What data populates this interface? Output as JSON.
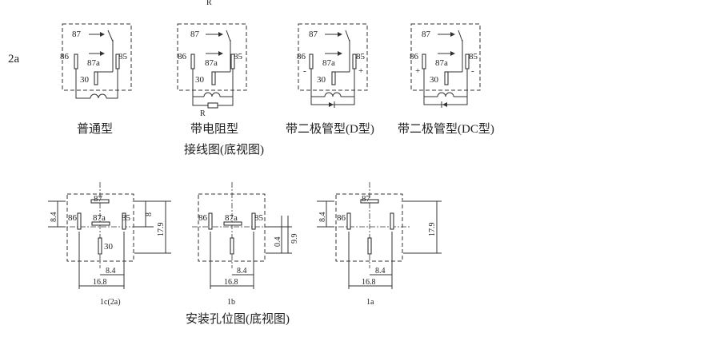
{
  "side_label": "2a",
  "top_r_label": "R",
  "wiring": {
    "pins": {
      "p87": "87",
      "p86": "86",
      "p87a": "87a",
      "p85": "85",
      "p30": "30"
    },
    "polarity": {
      "minus": "-",
      "plus": "+"
    },
    "resistor_label": "R",
    "captions": [
      "普通型",
      "带电阻型",
      "带二极管型(D型)",
      "带二极管型(DC型)"
    ],
    "section_title": "接线图(底视图)"
  },
  "mounting": {
    "pins": {
      "p87": "87",
      "p86": "86",
      "p87a": "87a",
      "p85": "85",
      "p30": "30"
    },
    "dims": {
      "d84": "8.4",
      "d8": "8",
      "d179": "17.9",
      "d168": "16.8",
      "d04": "0.4",
      "d99": "9.9"
    },
    "captions": [
      "1c(2a)",
      "1b",
      "1a"
    ],
    "section_title": "安装孔位图(底视图)"
  }
}
